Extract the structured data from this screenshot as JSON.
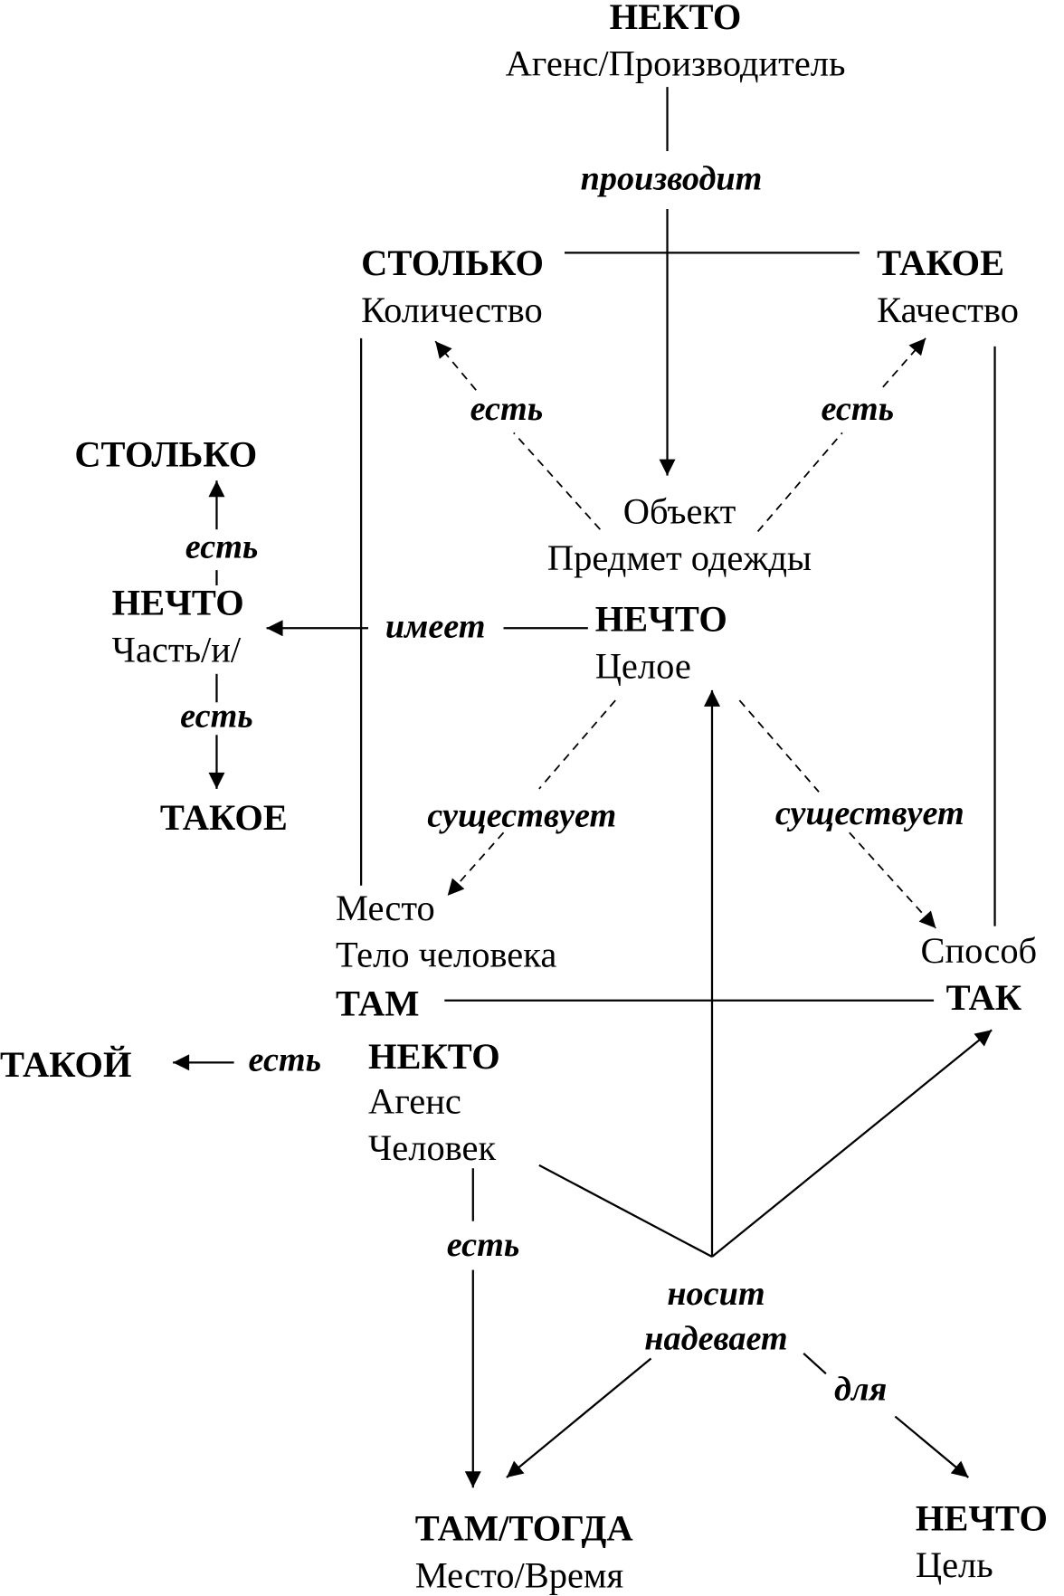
{
  "nodes": {
    "top": {
      "title": "НЕКТО",
      "sub": "Агенс/Производитель"
    },
    "quantity": {
      "title": "СТОЛЬКО",
      "sub": "Количество"
    },
    "quality": {
      "title": "ТАКОЕ",
      "sub": "Качество"
    },
    "object": {
      "line1": "Объект",
      "line2": "Предмет одежды"
    },
    "whole": {
      "title": "НЕЧТО",
      "sub": "Целое"
    },
    "left_top": {
      "title": "СТОЛЬКО"
    },
    "part": {
      "title": "НЕЧТО",
      "sub": "Часть/и/"
    },
    "left_bottom": {
      "title": "ТАКОЕ"
    },
    "place": {
      "line1": "Место",
      "line2": "Тело человека",
      "title": "ТАМ"
    },
    "manner": {
      "line1": "Способ",
      "title": "ТАК"
    },
    "such": {
      "title": "ТАКОЙ"
    },
    "agent": {
      "title": "НЕКТО",
      "line1": "Агенс",
      "line2": "Человек"
    },
    "placetime": {
      "title": "ТАМ/ТОГДА",
      "sub": "Место/Время"
    },
    "goal": {
      "title": "НЕЧТО",
      "sub": "Цель"
    }
  },
  "relations": {
    "produces": "производит",
    "is_quantity": "есть",
    "is_quality": "есть",
    "has": "имеет",
    "part_is_top": "есть",
    "part_is_bottom": "есть",
    "exists_place": "существует",
    "exists_manner": "существует",
    "agent_is_such": "есть",
    "agent_is": "есть",
    "wears": "носит",
    "puts_on": "надевает",
    "for": "для"
  }
}
